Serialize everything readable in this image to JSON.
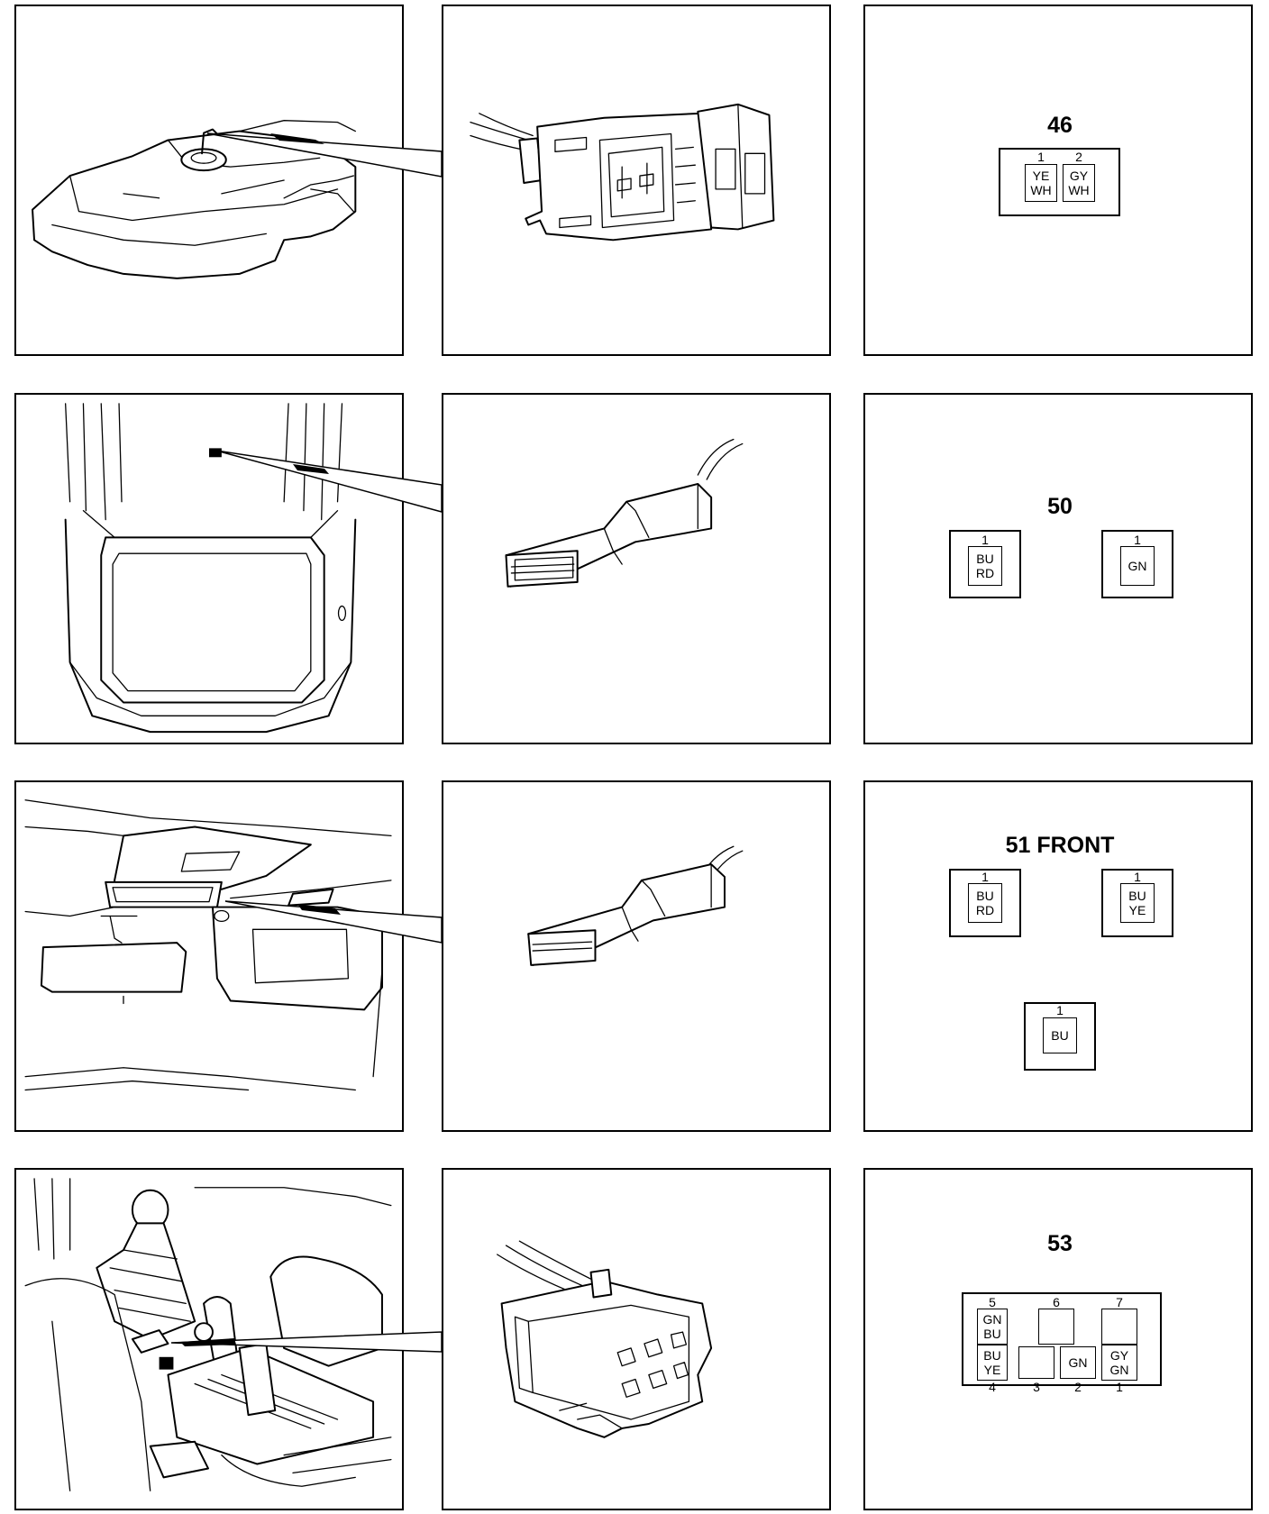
{
  "rows": [
    {
      "caption": "46",
      "connector": "multi-pin-connector",
      "pins": [
        {
          "num": "1",
          "colors": [
            "YE",
            "WH"
          ]
        },
        {
          "num": "2",
          "colors": [
            "GY",
            "WH"
          ]
        }
      ]
    },
    {
      "caption": "50",
      "connector": "single-terminal-connector",
      "pins": [
        {
          "num": "1",
          "colors": [
            "BU",
            "RD"
          ]
        },
        {
          "num": "1",
          "colors": [
            "GN"
          ]
        }
      ]
    },
    {
      "caption": "51 FRONT",
      "connector": "single-terminal-connector",
      "pins": [
        {
          "num": "1",
          "colors": [
            "BU",
            "RD"
          ]
        },
        {
          "num": "1",
          "colors": [
            "BU",
            "YE"
          ]
        },
        {
          "num": "1",
          "colors": [
            "BU"
          ]
        }
      ]
    },
    {
      "caption": "53",
      "connector": "seven-pin-connector",
      "top_pins": [
        {
          "num": "5",
          "colors": [
            "GN",
            "BU"
          ]
        },
        {
          "num": "6",
          "colors": []
        },
        {
          "num": "7",
          "colors": []
        }
      ],
      "bottom_pins": [
        {
          "num": "4",
          "colors": [
            "BU",
            "YE"
          ]
        },
        {
          "num": "3",
          "colors": []
        },
        {
          "num": "2",
          "colors": [
            "GN"
          ]
        },
        {
          "num": "1",
          "colors": [
            "GY",
            "GN"
          ]
        }
      ]
    }
  ]
}
